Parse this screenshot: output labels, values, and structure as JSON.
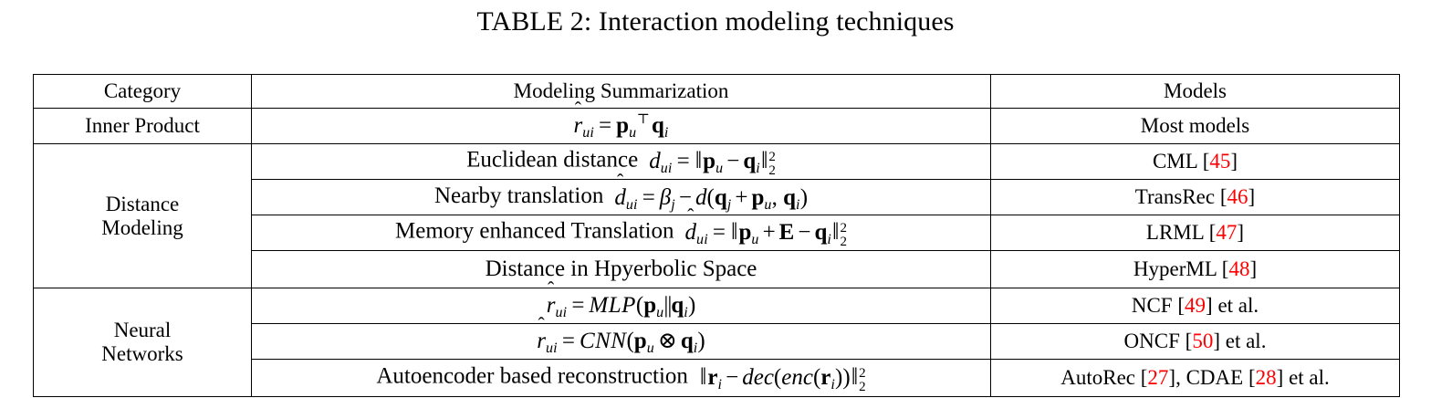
{
  "caption": "TABLE 2: Interaction modeling techniques",
  "table": {
    "headers": {
      "category": "Category",
      "summarization": "Modeling Summarization",
      "models": "Models"
    },
    "rows": [
      {
        "category": "Inner Product",
        "category_line1": "Inner Product",
        "category_line2": "",
        "summarization_text": "r̂_ui = p_u^T q_i",
        "models_text": "Most models",
        "models_prefix": "Most models",
        "citations": []
      },
      {
        "category": "Distance Modeling",
        "category_line1": "Distance",
        "category_line2": "Modeling",
        "summarization_text": "Euclidean distance d_ui = ||p_u − q_i||_2^2",
        "label": "Euclidean distance",
        "models_prefix": "CML",
        "citations": [
          "45"
        ],
        "models_suffix": ""
      },
      {
        "summarization_text": "Nearby translation d̂_ui = β_j − d(q_j + p_u, q_i)",
        "label": "Nearby translation",
        "models_prefix": "TransRec",
        "citations": [
          "46"
        ],
        "models_suffix": ""
      },
      {
        "summarization_text": "Memory enhanced Translation d̂_ui = ||p_u + E − q_i||_2^2",
        "label": "Memory enhanced Translation",
        "models_prefix": "LRML",
        "citations": [
          "47"
        ],
        "models_suffix": ""
      },
      {
        "summarization_text": "Distance in Hpyerbolic Space",
        "label": "Distance in Hpyerbolic Space",
        "models_prefix": "HyperML",
        "citations": [
          "48"
        ],
        "models_suffix": ""
      },
      {
        "category": "Neural Networks",
        "category_line1": "Neural",
        "category_line2": "Networks",
        "summarization_text": "r̂_ui = MLP(p_u||q_i)",
        "models_prefix": "NCF",
        "citations": [
          "49"
        ],
        "models_suffix": "et al."
      },
      {
        "summarization_text": "r̂_ui = CNN(p_u ⊗ q_i)",
        "models_prefix": "ONCF",
        "citations": [
          "50"
        ],
        "models_suffix": "et al."
      },
      {
        "summarization_text": "Autoencoder based reconstruction ||r_i − dec(enc(r_i))||_2^2",
        "label": "Autoencoder based reconstruction",
        "models_prefix": "AutoRec",
        "citations": [
          "27",
          "28"
        ],
        "models_mid": ", CDAE",
        "models_suffix": "et al."
      }
    ],
    "symbols": {
      "r_hat": "r̂",
      "d_hat": "d̂",
      "d": "d",
      "beta": "β",
      "p": "p",
      "q": "q",
      "E": "E",
      "r": "r",
      "transpose": "⊤",
      "equals": "=",
      "minus": "−",
      "plus": "+",
      "tensor": "⊗",
      "concat": "||",
      "norm_bar": "‖",
      "norm_sub": "2",
      "norm_sup": "2",
      "MLP": "MLP",
      "CNN": "CNN",
      "dec": "dec",
      "enc": "enc",
      "sub_ui": "ui",
      "sub_u": "u",
      "sub_i": "i",
      "sub_j": "j"
    },
    "labels": {
      "euclidean": "Euclidean distance",
      "nearby": "Nearby translation",
      "memory": "Memory enhanced Translation",
      "hyperbolic": "Distance in Hpyerbolic Space",
      "autoencoder": "Autoencoder based reconstruction"
    },
    "models": {
      "most": "Most models",
      "cml": "CML",
      "transrec": "TransRec",
      "lrml": "LRML",
      "hyperml": "HyperML",
      "ncf": "NCF",
      "oncf": "ONCF",
      "autorec": "AutoRec",
      "cdae": "CDAE",
      "etal": "et al.",
      "comma_cdae": ", CDAE",
      "br_open": "[",
      "br_close": "]"
    },
    "citations": {
      "c45": "45",
      "c46": "46",
      "c47": "47",
      "c48": "48",
      "c49": "49",
      "c50": "50",
      "c27": "27",
      "c28": "28"
    }
  },
  "colors": {
    "citation_red": "#ff0000",
    "text": "#000000",
    "rule": "#000000",
    "background": "#ffffff"
  }
}
